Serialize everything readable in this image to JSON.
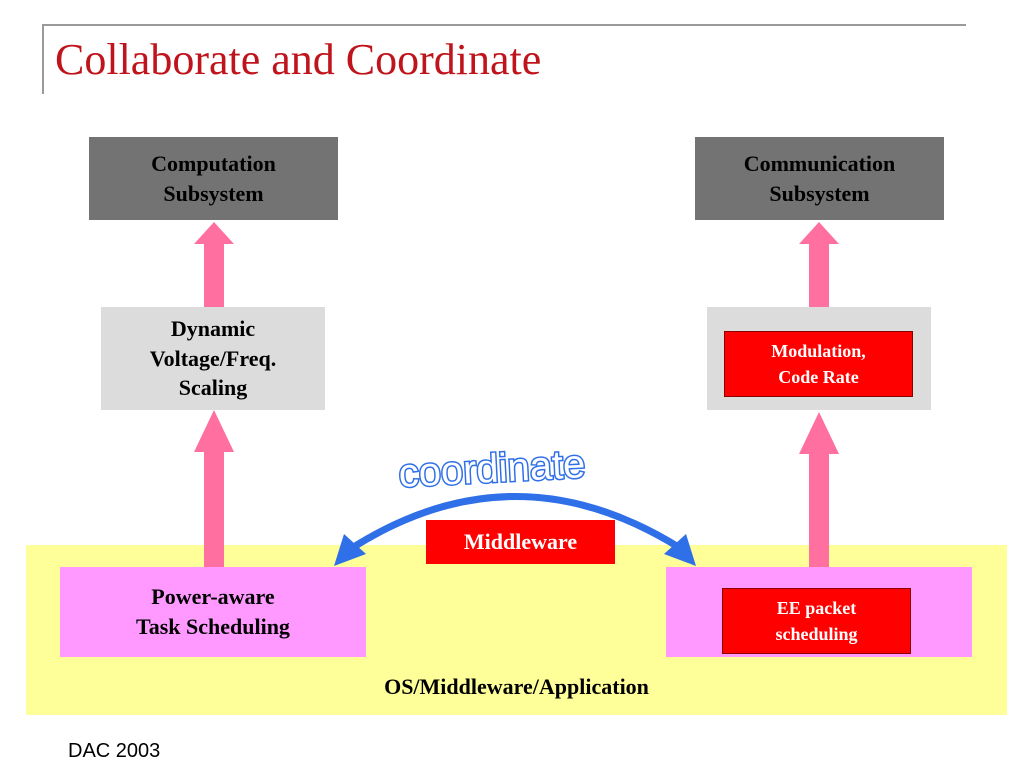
{
  "slide": {
    "title": "Collaborate and Coordinate",
    "footer": "DAC 2003"
  },
  "diagram": {
    "computation": {
      "line1": "Computation",
      "line2": "Subsystem"
    },
    "communication": {
      "line1": "Communication",
      "line2": "Subsystem"
    },
    "dvfs": {
      "line1": "Dynamic",
      "line2": "Voltage/Freq.",
      "line3": "Scaling"
    },
    "modulation": {
      "line1": "Modulation,",
      "line2": "Code Rate"
    },
    "coordinate_label": "coordinate",
    "middleware_label": "Middleware",
    "task_scheduling": {
      "line1": "Power-aware",
      "line2": "Task Scheduling"
    },
    "ee_packet": {
      "line1": "EE packet",
      "line2": "scheduling"
    },
    "os_layer_label": "OS/Middleware/Application"
  },
  "colors": {
    "title": "#c0141c",
    "arrow_pink": "#ff6fa0",
    "coordinate_blue": "#2f6fe8",
    "dark_box": "#737373",
    "light_box": "#dcdcdc",
    "pink_box": "#ff99ff",
    "red_box": "#ff0000",
    "os_layer": "#ffff99"
  }
}
